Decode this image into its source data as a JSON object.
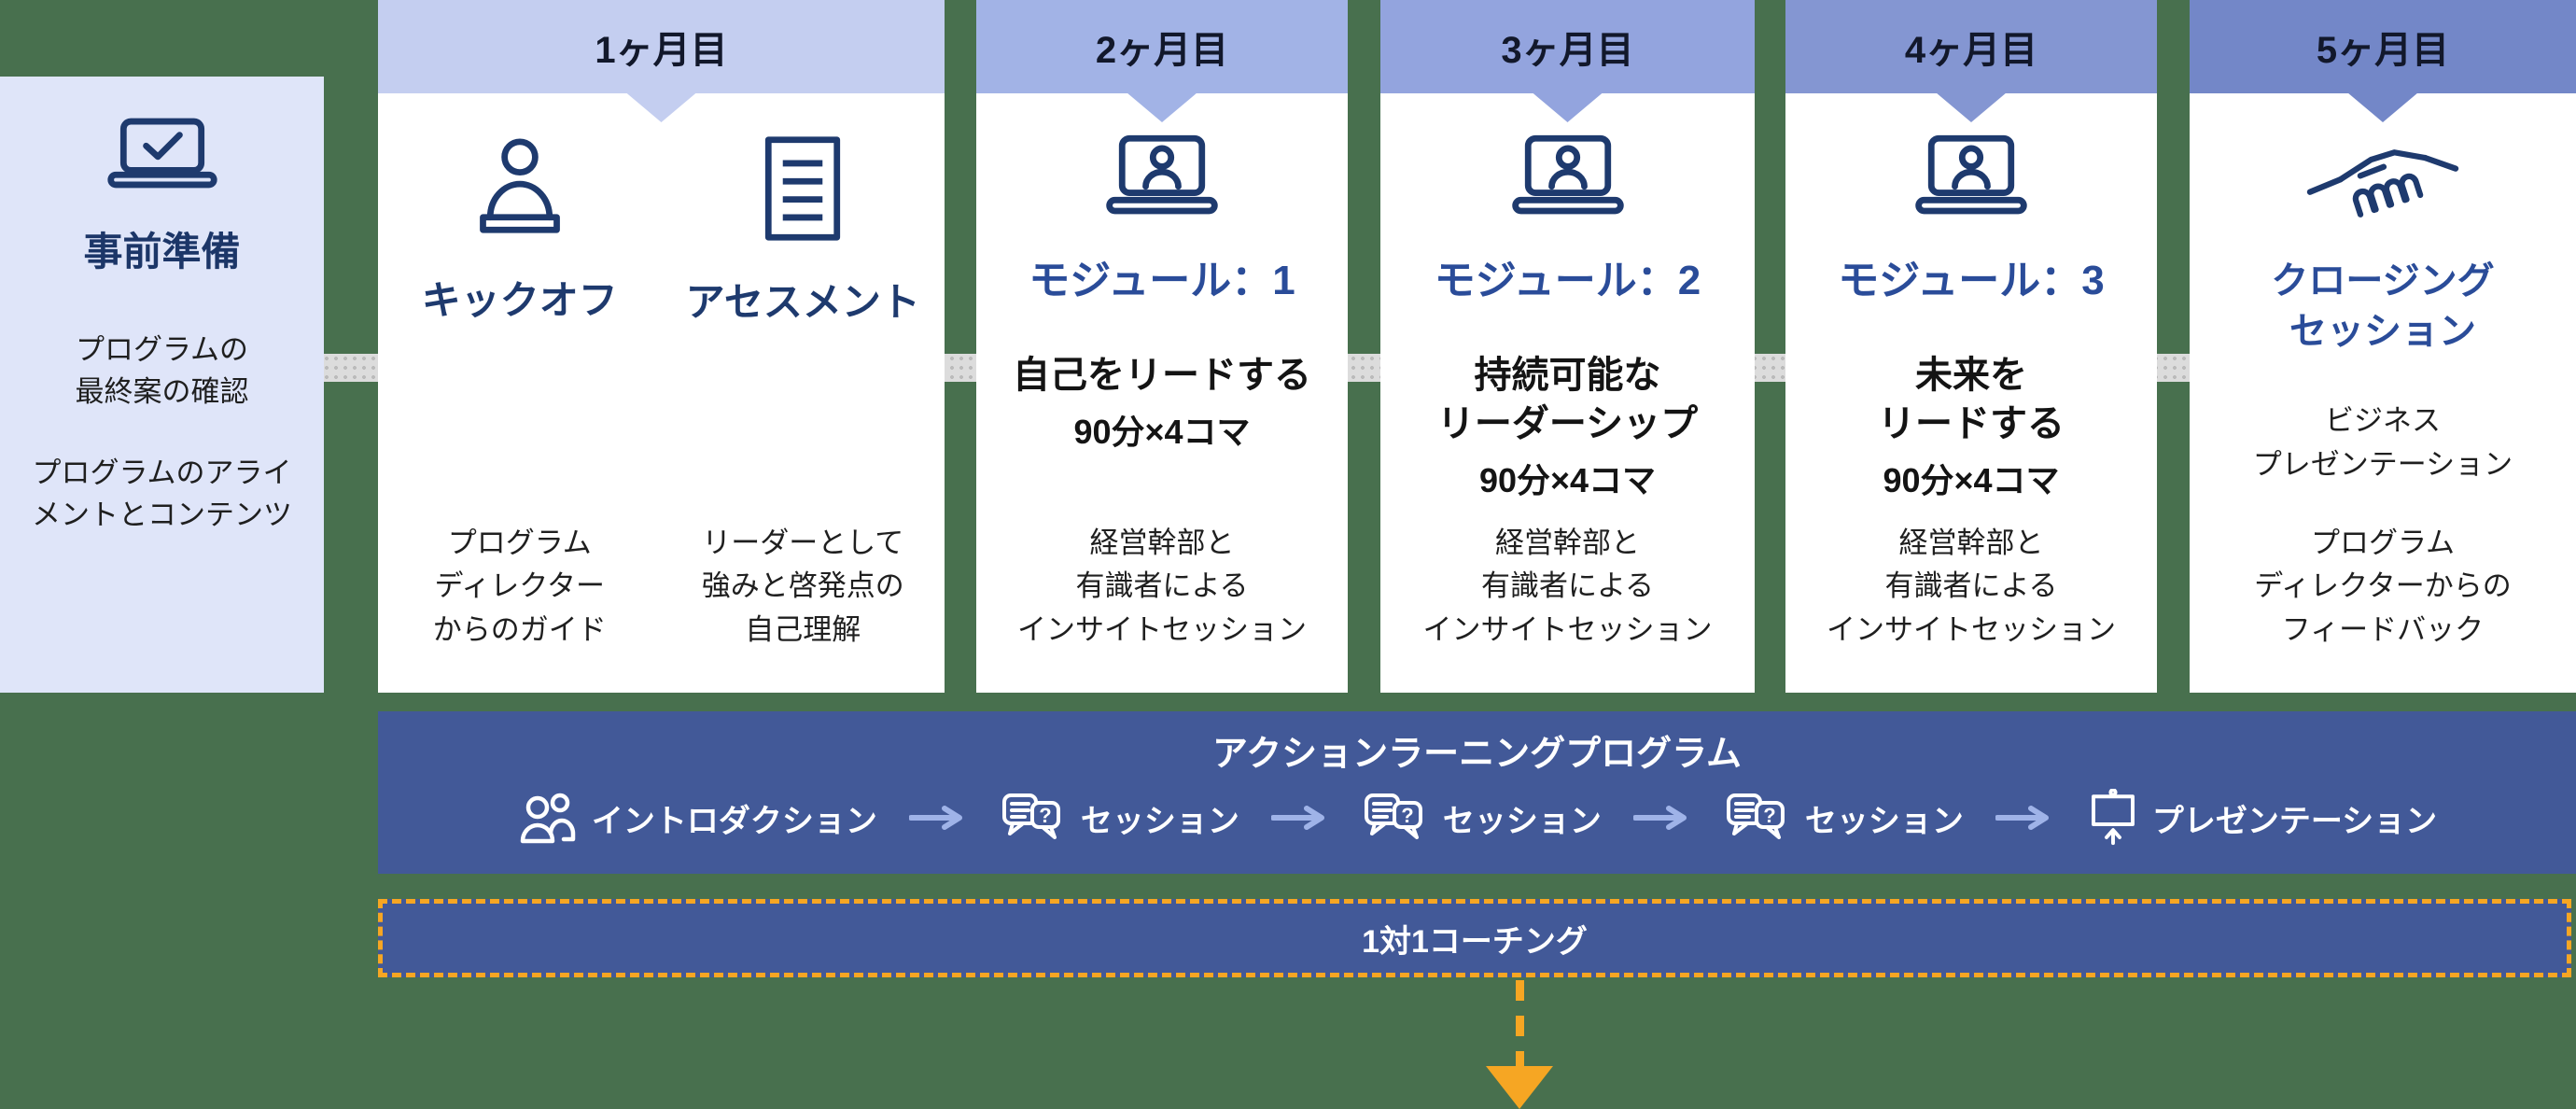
{
  "palette": {
    "background": "#48704E",
    "card": "#FFFFFF",
    "prep_panel": "#DFE5F9",
    "navy": "#1E3A6E",
    "module_blue": "#2A4C99",
    "text_dark": "#1F1F1F",
    "band_blue": "#425998",
    "orange": "#F6A623",
    "flow_arrow": "#9FB3E8",
    "connector_gray": "#DCDCDC"
  },
  "prep_panel": {
    "icon": "laptop-check-icon",
    "title": "事前準備",
    "lines": [
      "プログラムの\n最終案の確認",
      "プログラムのアライ\nメントとコンテンツ"
    ]
  },
  "months": [
    {
      "label": "1ヶ月目",
      "header_color": "#C4CEF0",
      "items": [
        {
          "icon": "person-desk-icon",
          "title": "キックオフ",
          "description": "プログラム\nディレクター\nからのガイド"
        },
        {
          "icon": "document-icon",
          "title": "アセスメント",
          "description": "リーダーとして\n強みと啓発点の\n自己理解"
        }
      ]
    },
    {
      "label": "2ヶ月目",
      "header_color": "#A2B3E6",
      "icon": "laptop-person-icon",
      "module": "モジュール：1",
      "theme": "自己をリードする",
      "sessions": "90分×4コマ",
      "description": "経営幹部と\n有識者による\nインサイトセッション"
    },
    {
      "label": "3ヶ月目",
      "header_color": "#93A4DE",
      "icon": "laptop-person-icon",
      "module": "モジュール：2",
      "theme": "持続可能な\nリーダーシップ",
      "sessions": "90分×4コマ",
      "description": "経営幹部と\n有識者による\nインサイトセッション"
    },
    {
      "label": "4ヶ月目",
      "header_color": "#8496D2",
      "icon": "laptop-person-icon",
      "module": "モジュール：3",
      "theme": "未来を\nリードする",
      "sessions": "90分×4コマ",
      "description": "経営幹部と\n有識者による\nインサイトセッション"
    },
    {
      "label": "5ヶ月目",
      "header_color": "#7387C8",
      "icon": "handshake-icon",
      "title": "クロージング\nセッション",
      "lines": [
        "ビジネス\nプレゼンテーション",
        "プログラム\nディレクターからの\nフィードバック"
      ]
    }
  ],
  "action_learning": {
    "title": "アクションラーニングプログラム",
    "steps": [
      {
        "icon": "people-icon",
        "label": "イントロダクション"
      },
      {
        "icon": "chat-question-icon",
        "label": "セッション"
      },
      {
        "icon": "chat-question-icon",
        "label": "セッション"
      },
      {
        "icon": "chat-question-icon",
        "label": "セッション"
      },
      {
        "icon": "screen-icon",
        "label": "プレゼンテーション"
      }
    ]
  },
  "coaching": {
    "label": "1対1コーチング"
  }
}
